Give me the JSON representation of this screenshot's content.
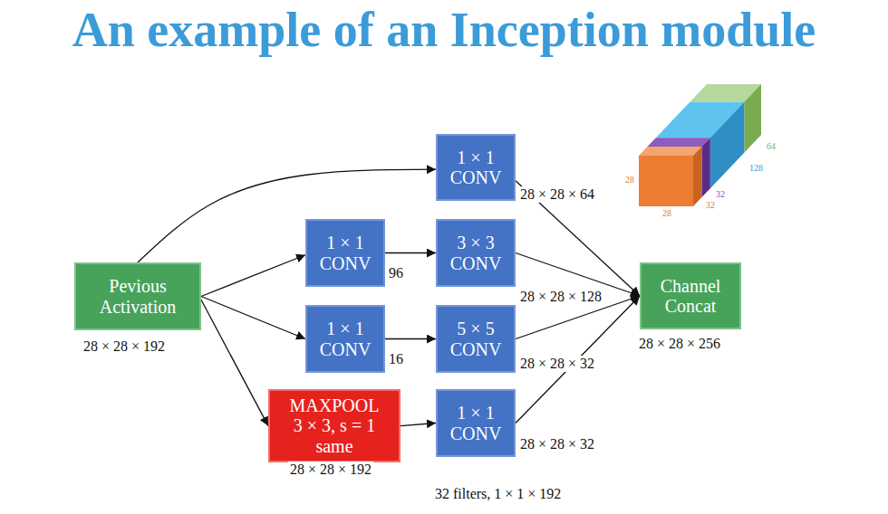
{
  "diagram": {
    "title": "An example of an Inception module",
    "nodes": [
      {
        "text": [
          "Pevious Activation"
        ]
      },
      {
        "text": [
          "1 × 1 CONV"
        ]
      },
      {
        "text": [
          "1 × 1 CONV"
        ]
      },
      {
        "text": [
          "3 × 3 CONV"
        ]
      },
      {
        "text": [
          "1 × 1 CONV"
        ]
      },
      {
        "text": [
          "5 × 5 CONV"
        ]
      },
      {
        "text": [
          "MAXPOOL 3 × 3, s = 1 same"
        ]
      },
      {
        "text": [
          "1 × 1 CONV"
        ]
      },
      {
        "text": [
          "Channel Concat"
        ]
      }
    ],
    "edges": [
      {
        "from": 0,
        "to": 1,
        "arrow": "to"
      },
      {
        "from": 0,
        "to": 2,
        "arrow": "to"
      },
      {
        "from": 0,
        "to": 4,
        "arrow": "to"
      },
      {
        "from": 0,
        "to": 6,
        "arrow": "to"
      },
      {
        "from": 2,
        "to": 3,
        "arrow": "to"
      },
      {
        "from": 4,
        "to": 5,
        "arrow": "to"
      },
      {
        "from": 6,
        "to": 7,
        "arrow": "to"
      },
      {
        "from": 1,
        "to": 8,
        "arrow": "to"
      },
      {
        "from": 3,
        "to": 8,
        "arrow": "to"
      },
      {
        "from": 5,
        "to": 8,
        "arrow": "to"
      },
      {
        "from": 7,
        "to": 8,
        "arrow": "to"
      }
    ],
    "labels": [
      "28 × 28 × 192",
      "96",
      "16",
      "28 × 28 × 64",
      "28 × 28 × 128",
      "28 × 28 × 32",
      "28 × 28 × 32",
      "28 × 28 × 256",
      "28 × 28 × 192",
      "32 filters, 1 × 1 × 192",
      "28",
      "28",
      "32",
      "32",
      "128",
      "64"
    ]
  }
}
